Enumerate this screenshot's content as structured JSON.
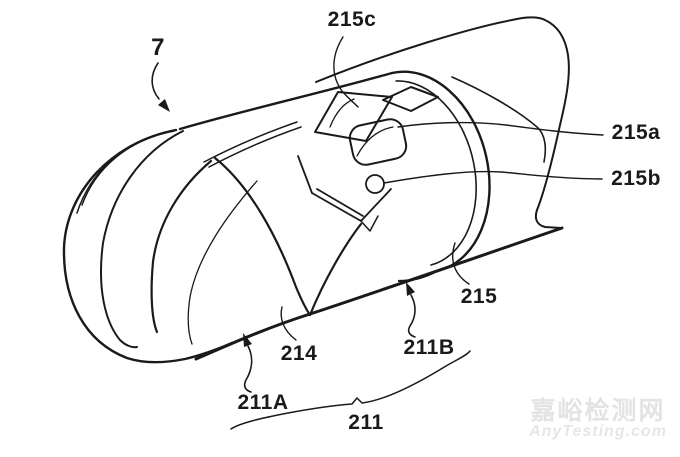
{
  "figure": {
    "kind": "patent-line-drawing",
    "subject": "capsule-shaped device with dome cap, cylindrical body end, windows and detection hole resting on a sheet"
  },
  "labels": {
    "l7": "7",
    "l215c": "215c",
    "l215a": "215a",
    "l215b": "215b",
    "l215": "215",
    "l214": "214",
    "l211A": "211A",
    "l211B": "211B",
    "l211": "211"
  },
  "watermark": {
    "site_name": "嘉峪检测网",
    "site_url": "AnyTesting.com"
  },
  "colors": {
    "line": "#1a1a1a",
    "background": "#ffffff",
    "watermark": "#e3e3e3"
  }
}
